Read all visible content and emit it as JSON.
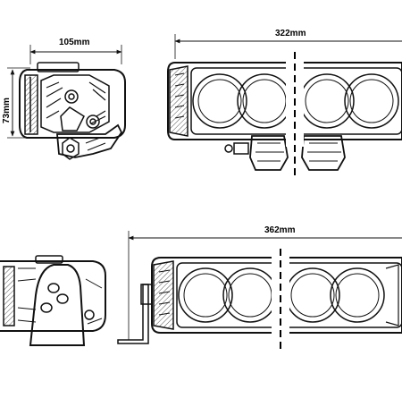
{
  "drawing": {
    "top_side_width": "105mm",
    "top_side_height": "73mm",
    "top_front_length": "322mm",
    "bottom_front_length": "362mm"
  },
  "colors": {
    "line": "#111111",
    "fill_light": "#ffffff",
    "hatch": "#444444",
    "dash": "#000000"
  }
}
